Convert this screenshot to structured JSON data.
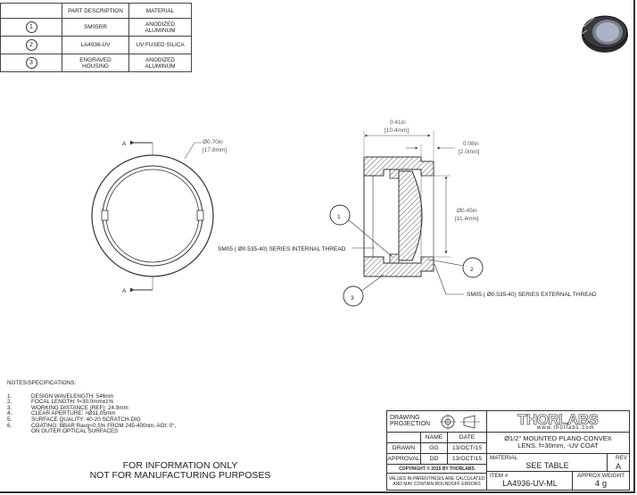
{
  "parts_table": {
    "headers": [
      "",
      "PART DESCRIPTION",
      "MATERIAL"
    ],
    "rows": [
      {
        "num": "1",
        "desc": "SM05RR",
        "mat_1": "ANODIZED",
        "mat_2": "ALUMINUM"
      },
      {
        "num": "2",
        "desc": "LA4936-UV",
        "mat_1": "UV FUSED SILICA",
        "mat_2": ""
      },
      {
        "num": "3",
        "desc_1": "ENGRAVED",
        "desc_2": "HOUSING",
        "mat_1": "ANODIZED",
        "mat_2": "ALUMINUM"
      }
    ]
  },
  "front_view": {
    "section_label_top": "A",
    "section_label_bottom": "A",
    "diameter": "Ø0.70in",
    "diameter_mm": "[17.8mm]"
  },
  "section_view": {
    "length": "0.41in",
    "length_mm": "[10.4mm]",
    "lip": "0.08in",
    "lip_mm": "[2.0mm]",
    "aperture": "Ø0.45in",
    "aperture_mm": "[11.4mm]",
    "internal_thread": "SM05 ( Ø0.535-40) SERIES INTERNAL THREAD",
    "external_thread": "SM05 ( Ø0.535-40) SERIES EXTERNAL THREAD",
    "balloon_1": "1",
    "balloon_2": "2",
    "balloon_3": "3"
  },
  "notes": {
    "heading": "NOTES/SPECIFICATIONS:",
    "items": [
      {
        "num": "1.",
        "text": "DESIGN WAVELENGTH: 546nm"
      },
      {
        "num": "2.",
        "text": "FOCAL LENGTH: f=30.0mm±1%"
      },
      {
        "num": "3.",
        "text": "WORKING DISTANCE (REF): 24.9mm"
      },
      {
        "num": "4.",
        "text": "CLEAR APERTURE: >Ø11.05mm"
      },
      {
        "num": "5.",
        "text": "SURFACE QUALITY: 40-20 SCRATCH-DIG"
      },
      {
        "num": "6.",
        "text": "COATING: BBAR Ravg<0.5% FROM 245-400nm, AOI: 0°,"
      }
    ],
    "item_6_cont": "ON OUTER OPTICAL SURFACES"
  },
  "disclaimer": {
    "line1": "FOR INFORMATION ONLY",
    "line2": "NOT FOR MANUFACTURING PURPOSES"
  },
  "title_block": {
    "projection_1": "DRAWING",
    "projection_2": "PROJECTION",
    "logo_brand": "THORLABS",
    "logo_url": "www.thorlabs.com",
    "title_1": "Ø1/2\" MOUNTED PLANO-CONVEX",
    "title_2": "LENS, f=30mm, -UV COAT",
    "name_header": "NAME",
    "date_header": "DATE",
    "drawn_label": "DRAWN",
    "drawn_name": "GG",
    "drawn_date": "13/OCT/15",
    "approval_label": "APPROVAL",
    "approval_name": "DD",
    "approval_date": "13/OCT/15",
    "material_label": "MATERIAL",
    "material_value": "SEE TABLE",
    "rev_label": "REV",
    "rev_value": "A",
    "copyright": "COPYRIGHT © 2015 BY THORLABS",
    "values_note_1": "VALUES IN PARENTHESIS ARE CALCULATED",
    "values_note_2": "AND MAY CONTAIN ROUNDOFF ERRORS",
    "item_label": "ITEM #",
    "item_value": "LA4936-UV-ML",
    "weight_label": "APPROX WEIGHT",
    "weight_value": "4 g"
  }
}
